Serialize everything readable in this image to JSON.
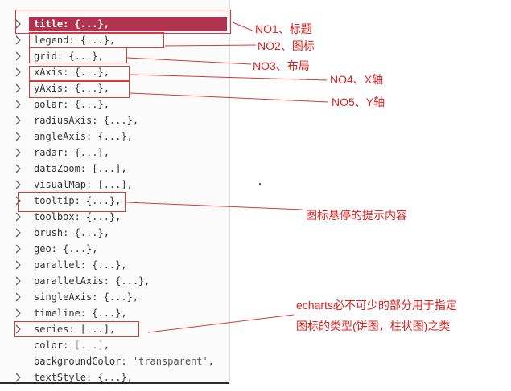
{
  "tree": [
    {
      "key": "title",
      "value": "{...}",
      "selected": true
    },
    {
      "key": "legend",
      "value": "{...}"
    },
    {
      "key": "grid",
      "value": "{...}"
    },
    {
      "key": "xAxis",
      "value": "{...}"
    },
    {
      "key": "yAxis",
      "value": "{...}"
    },
    {
      "key": "polar",
      "value": "{...}"
    },
    {
      "key": "radiusAxis",
      "value": "{...}"
    },
    {
      "key": "angleAxis",
      "value": "{...}"
    },
    {
      "key": "radar",
      "value": "{...}"
    },
    {
      "key": "dataZoom",
      "value": "[...]"
    },
    {
      "key": "visualMap",
      "value": "[...]"
    },
    {
      "key": "tooltip",
      "value": "{...}"
    },
    {
      "key": "toolbox",
      "value": "{...}"
    },
    {
      "key": "brush",
      "value": "{...}"
    },
    {
      "key": "geo",
      "value": "{...}"
    },
    {
      "key": "parallel",
      "value": "{...}"
    },
    {
      "key": "parallelAxis",
      "value": "{...}"
    },
    {
      "key": "singleAxis",
      "value": "{...}"
    },
    {
      "key": "timeline",
      "value": "{...}"
    },
    {
      "key": "series",
      "value": "[...]"
    },
    {
      "key": "color",
      "value": "[...]",
      "leaf": true
    },
    {
      "key": "backgroundColor",
      "value": "'transparent'",
      "leaf": true
    },
    {
      "key": "textStyle",
      "value": "{...}"
    }
  ],
  "annotations": {
    "title": "NO1、标题",
    "legend": "NO2、图标",
    "grid": "NO3、布局",
    "xaxis": "NO4、X轴",
    "yaxis": "NO5、Y轴",
    "tooltip": "图标悬停的提示内容",
    "series_line1": "echarts必不可少的部分用于指定",
    "series_line2": "图标的类型(饼图，柱状图)之类"
  },
  "colors": {
    "selected_row": "#b0334f",
    "annotation": "#e02020"
  }
}
